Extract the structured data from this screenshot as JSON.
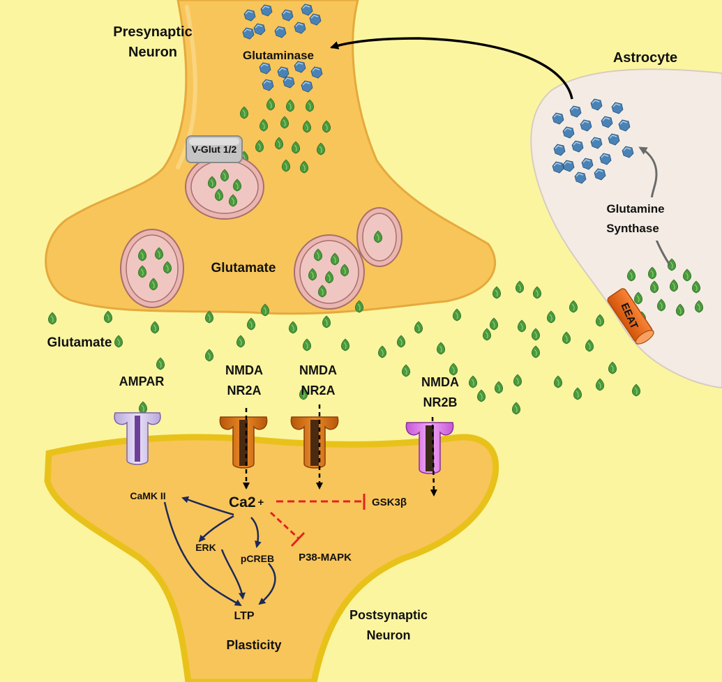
{
  "labels": {
    "presynaptic_line1": "Presynaptic",
    "presynaptic_line2": "Neuron",
    "glutaminase": "Glutaminase",
    "vglut": "V-Glut 1/2",
    "glutamate_vesicles": "Glutamate",
    "glutamate_cleft": "Glutamate",
    "astrocyte": "Astrocyte",
    "glutamine_synthase_line1": "Glutamine",
    "glutamine_synthase_line2": "Synthase",
    "eeat": "EEAT",
    "ampar": "AMPAR",
    "nmda1_line1": "NMDA",
    "nmda1_line2": "NR2A",
    "nmda2_line1": "NMDA",
    "nmda2_line2": "NR2A",
    "nmda3_line1": "NMDA",
    "nmda3_line2": "NR2B",
    "camk": "CaMK II",
    "ca_main": "Ca2",
    "ca_sup": "+",
    "gsk": "GSK3β",
    "erk": "ERK",
    "pcreb": "pCREB",
    "p38": "P38-MAPK",
    "ltp": "LTP",
    "plasticity": "Plasticity",
    "postsynaptic_line1": "Postsynaptic",
    "postsynaptic_line2": "Neuron"
  },
  "colors": {
    "background": "#fbf5a0",
    "neuron_fill": "#f8c55a",
    "neuron_edge": "#e5a93c",
    "post_membrane": "#e8c21a",
    "astrocyte_fill": "#f4ece4",
    "glutamate": "#4a9a3c",
    "glutamine": "#4a82b5",
    "vesicle": "#e9b6b2",
    "vglut": "#c4c4c4",
    "ampar": "#a28bcc",
    "nmda_nr2a": "#d9700e",
    "nmda_nr2b": "#d36fe0",
    "eeat": "#f26a10",
    "pathway_arrow": "#1c2a5a",
    "inhibition": "#e32222"
  }
}
